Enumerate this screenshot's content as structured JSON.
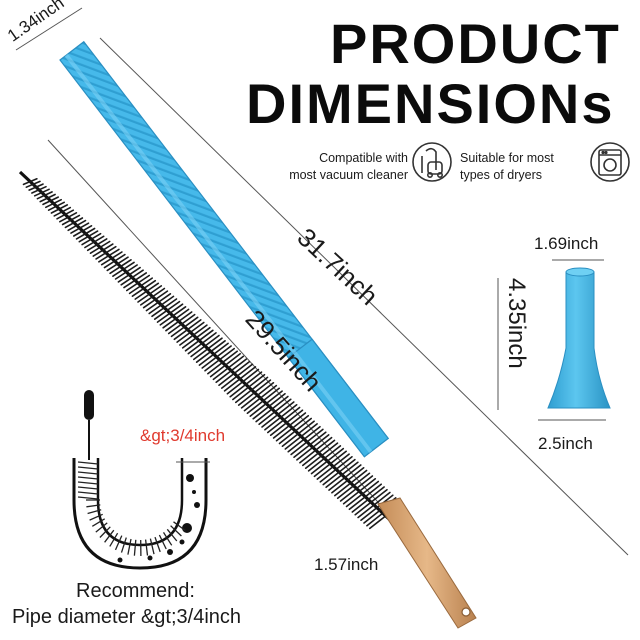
{
  "title": {
    "line1": "PRODUCT",
    "line2": "DIMENSIONs"
  },
  "features": [
    {
      "line1": "Compatible with",
      "line2": "most vacuum cleaner",
      "icon": "vacuum-icon"
    },
    {
      "line1": "Suitable for most",
      "line2": "types of dryers",
      "icon": "washing-machine-icon"
    }
  ],
  "dimensions": {
    "flat_tube_width": "1.34inch",
    "flat_tube_length": "31.7inch",
    "brush_length": "29.5inch",
    "handle_width": "1.57inch",
    "adapter_top": "1.69inch",
    "adapter_height": "4.35inch",
    "adapter_bottom": "2.5inch"
  },
  "pipe_callout": "&gt;3/4inch",
  "recommend": {
    "line1": "Recommend:",
    "line2": "Pipe diameter &gt;3/4inch"
  },
  "colors": {
    "tube_blue": "#3fb4e6",
    "tube_blue_dark": "#2a98cc",
    "bristle": "#1c1c1c",
    "handle_wood": "#d9a877",
    "callout_red": "#e03a2e"
  }
}
